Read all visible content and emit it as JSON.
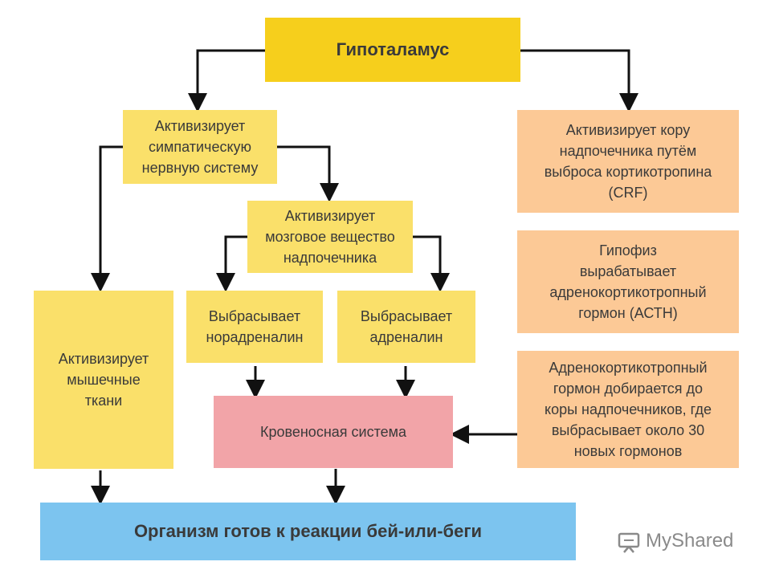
{
  "nodes": {
    "hypothalamus": "Гипоталамус",
    "sympathetic": "Активизирует\nсимпатическую\nнервную систему",
    "adrenal_cortex": "Активизирует кору\nнадпочечника путём\nвыброса кортикотропина\n(CRF)",
    "adrenal_medulla": "Активизирует\nмозговое вещество\nнадпочечника",
    "pituitary": "Гипофиз\nвырабатывает\nадренокортикотропный\nгормон (АСТН)",
    "muscle": "Активизирует\nмышечные\nткани",
    "noradrenaline": "Выбрасывает\nнорадреналин",
    "adrenaline": "Выбрасывает\nадреналин",
    "acth_travel": "Адренокортикотропный\nгормон добирается до\nкоры надпочечников, где\nвыбрасывает около 30\nновых гормонов",
    "blood": "Кровеносная система",
    "result": "Организм готов к реакции бей-или-беги"
  },
  "watermark": "MyShared",
  "colors": {
    "primary_yellow": "#f6cf1c",
    "light_yellow": "#fae06a",
    "orange": "#fcc996",
    "pink": "#f2a4a8",
    "blue": "#7cc4ef",
    "arrow": "#111111"
  }
}
